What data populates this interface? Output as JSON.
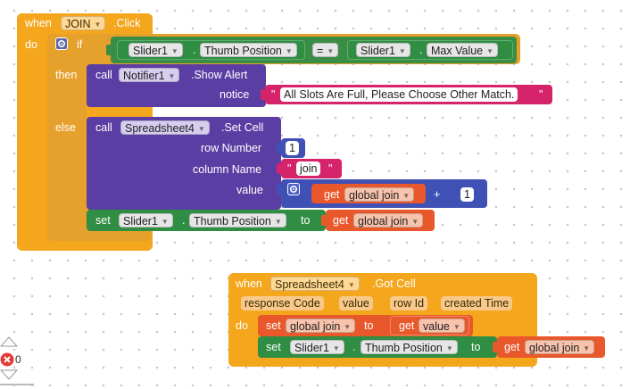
{
  "colors": {
    "event": "#f4a61d",
    "control": "#e5a12b",
    "component": "#5b3ea3",
    "setter": "#2f8e43",
    "text": "#d6246b",
    "math": "#3f51b5",
    "variable": "#e9582b"
  },
  "join_click": {
    "when": "when",
    "component": "JOIN",
    "event": ".Click",
    "do": "do",
    "if": "if",
    "then": "then",
    "else": "else",
    "cond_left_comp": "Slider1",
    "cond_left_dot": ".",
    "cond_left_prop": "Thumb Position",
    "cond_op": "=",
    "cond_right_comp": "Slider1",
    "cond_right_dot": ".",
    "cond_right_prop": "Max Value",
    "alert_call": "call",
    "alert_comp": "Notifier1",
    "alert_method": ".Show Alert",
    "alert_param": "notice",
    "alert_text": "All Slots Are Full, Please Choose Other Match.",
    "setcell_call": "call",
    "setcell_comp": "Spreadsheet4",
    "setcell_method": ".Set Cell",
    "row_param": "row Number",
    "row_value": "1",
    "col_param": "column Name",
    "col_value": "join",
    "value_param": "value",
    "get_label": "get",
    "get_var": "global join",
    "plus": "+",
    "add_value": "1",
    "set_label": "set",
    "set_comp": "Slider1",
    "set_dot": ".",
    "set_prop": "Thumb Position",
    "to_label": "to",
    "set_get_label": "get",
    "set_get_var": "global join"
  },
  "got_cell": {
    "when": "when",
    "component": "Spreadsheet4",
    "event": ".Got Cell",
    "params": [
      "response Code",
      "value",
      "row Id",
      "created Time"
    ],
    "do": "do",
    "set1_label": "set",
    "set1_var": "global join",
    "set1_to": "to",
    "set1_get": "get",
    "set1_get_var": "value",
    "set2_label": "set",
    "set2_comp": "Slider1",
    "set2_dot": ".",
    "set2_prop": "Thumb Position",
    "set2_to": "to",
    "set2_get": "get",
    "set2_get_var": "global join"
  },
  "warnings": {
    "error_count": "0"
  }
}
